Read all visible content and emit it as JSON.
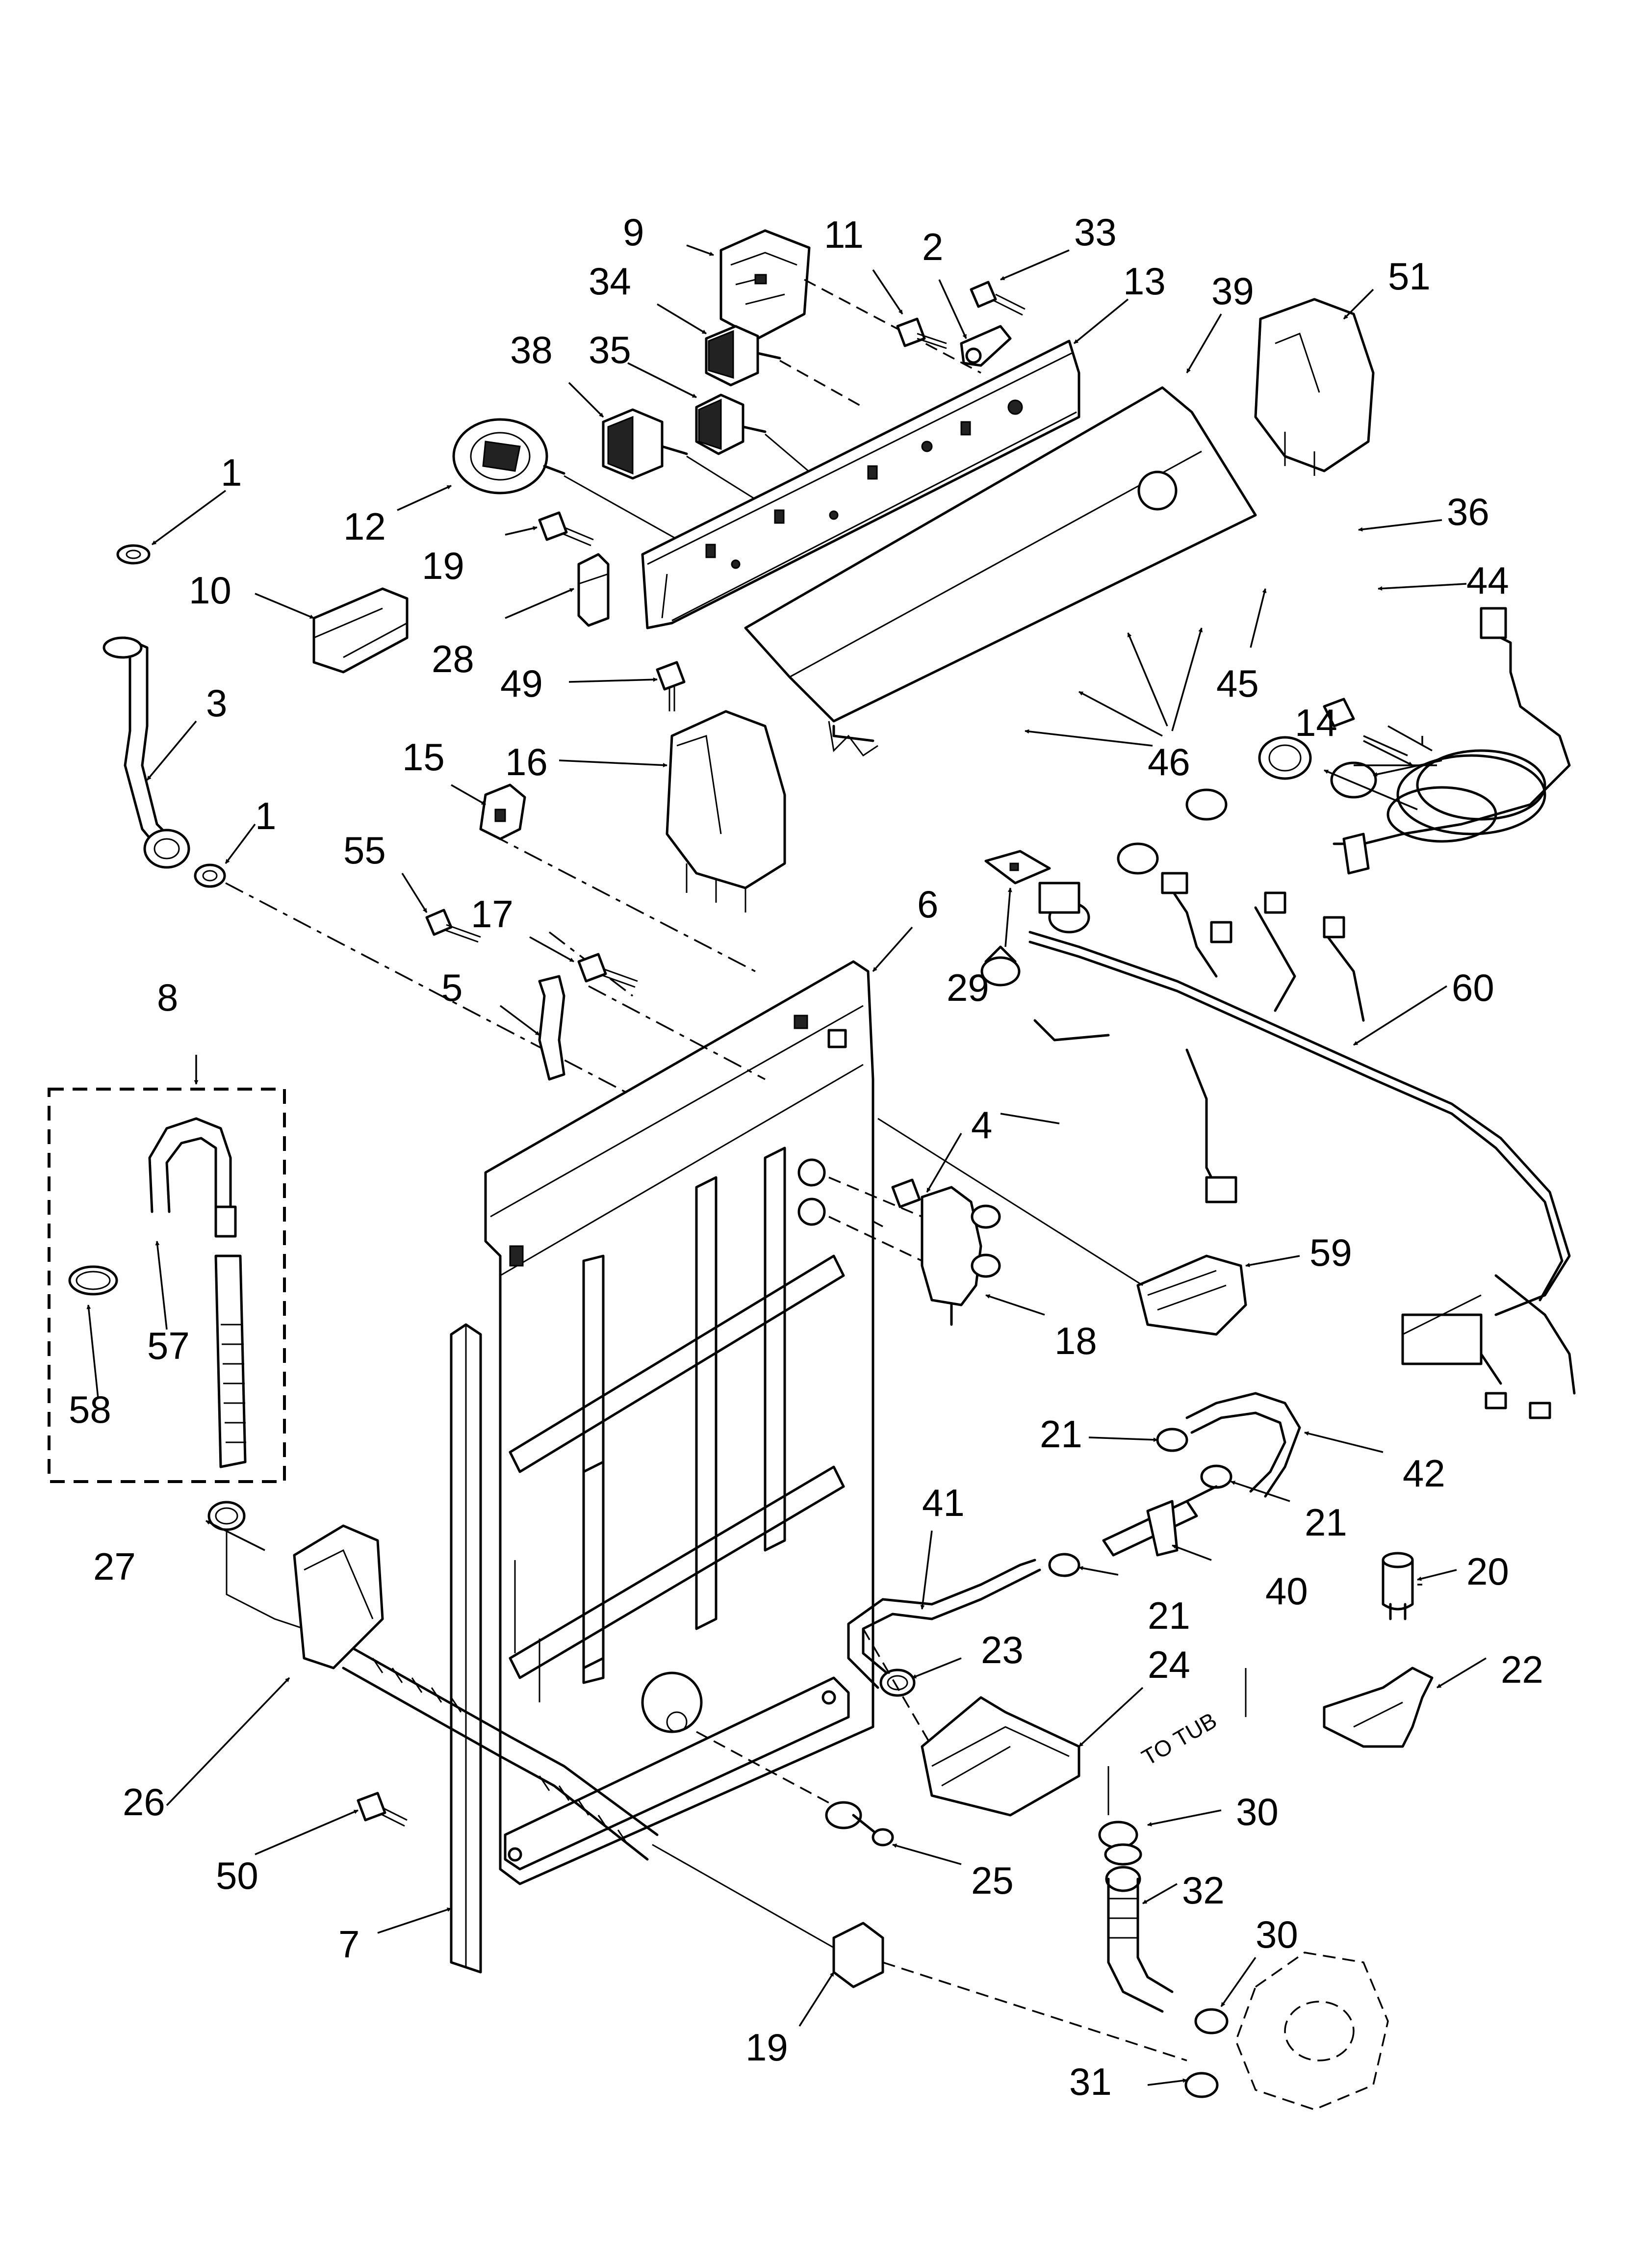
{
  "diagram": {
    "note_to_tub": "TO TUB",
    "callouts": [
      {
        "id": "c1a",
        "label": "1"
      },
      {
        "id": "c1b",
        "label": "1"
      },
      {
        "id": "c2",
        "label": "2"
      },
      {
        "id": "c3",
        "label": "3"
      },
      {
        "id": "c4",
        "label": "4"
      },
      {
        "id": "c5",
        "label": "5"
      },
      {
        "id": "c6",
        "label": "6"
      },
      {
        "id": "c7",
        "label": "7"
      },
      {
        "id": "c8",
        "label": "8"
      },
      {
        "id": "c9",
        "label": "9"
      },
      {
        "id": "c10",
        "label": "10"
      },
      {
        "id": "c11",
        "label": "11"
      },
      {
        "id": "c12",
        "label": "12"
      },
      {
        "id": "c13",
        "label": "13"
      },
      {
        "id": "c14",
        "label": "14"
      },
      {
        "id": "c15",
        "label": "15"
      },
      {
        "id": "c16",
        "label": "16"
      },
      {
        "id": "c17",
        "label": "17"
      },
      {
        "id": "c18",
        "label": "18"
      },
      {
        "id": "c19a",
        "label": "19"
      },
      {
        "id": "c19b",
        "label": "19"
      },
      {
        "id": "c20",
        "label": "20"
      },
      {
        "id": "c21a",
        "label": "21"
      },
      {
        "id": "c21b",
        "label": "21"
      },
      {
        "id": "c21c",
        "label": "21"
      },
      {
        "id": "c22",
        "label": "22"
      },
      {
        "id": "c23",
        "label": "23"
      },
      {
        "id": "c24",
        "label": "24"
      },
      {
        "id": "c25",
        "label": "25"
      },
      {
        "id": "c26",
        "label": "26"
      },
      {
        "id": "c27",
        "label": "27"
      },
      {
        "id": "c28",
        "label": "28"
      },
      {
        "id": "c29",
        "label": "29"
      },
      {
        "id": "c30a",
        "label": "30"
      },
      {
        "id": "c30b",
        "label": "30"
      },
      {
        "id": "c31",
        "label": "31"
      },
      {
        "id": "c32",
        "label": "32"
      },
      {
        "id": "c33",
        "label": "33"
      },
      {
        "id": "c34",
        "label": "34"
      },
      {
        "id": "c35",
        "label": "35"
      },
      {
        "id": "c36",
        "label": "36"
      },
      {
        "id": "c38",
        "label": "38"
      },
      {
        "id": "c39",
        "label": "39"
      },
      {
        "id": "c40",
        "label": "40"
      },
      {
        "id": "c41",
        "label": "41"
      },
      {
        "id": "c42",
        "label": "42"
      },
      {
        "id": "c44",
        "label": "44"
      },
      {
        "id": "c45",
        "label": "45"
      },
      {
        "id": "c46",
        "label": "46"
      },
      {
        "id": "c49",
        "label": "49"
      },
      {
        "id": "c50",
        "label": "50"
      },
      {
        "id": "c51",
        "label": "51"
      },
      {
        "id": "c55",
        "label": "55"
      },
      {
        "id": "c57",
        "label": "57"
      },
      {
        "id": "c58",
        "label": "58"
      },
      {
        "id": "c59",
        "label": "59"
      },
      {
        "id": "c60",
        "label": "60"
      }
    ]
  }
}
